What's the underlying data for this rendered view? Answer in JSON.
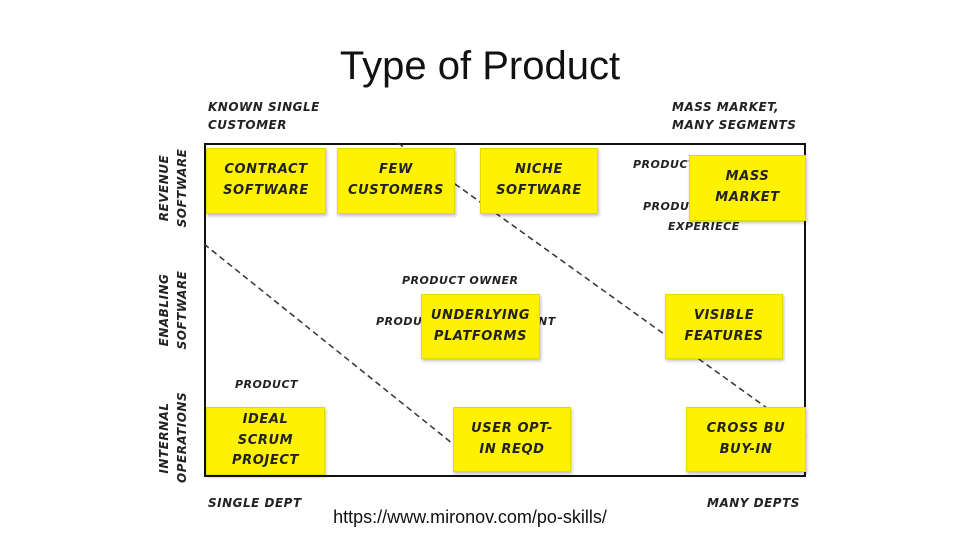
{
  "title": "Type of Product",
  "axes": {
    "top_left": "Known Single\nCustomer",
    "top_right": "Mass Market,\nMany Segments",
    "bottom_left": "Single Dept",
    "bottom_right": "Many Depts"
  },
  "rows": {
    "revenue": "Revenue\nSoftware",
    "enabling": "Enabling\nSoftware",
    "internal": "Internal\nOperations"
  },
  "background_text": {
    "po_top_right_1": "Product",
    "po_top_right_2": "Produ",
    "po_top_right_3": "Experiece",
    "po_mid_1": "Product Owner",
    "po_mid_2": "Produ",
    "po_mid_3": "nt",
    "po_bottom": "Product"
  },
  "notes": {
    "contract": "Contract\nSoftware",
    "few": "Few\nCustomers",
    "niche": "Niche\nSoftware",
    "mass": "Mass\nMarket",
    "underlying": "Underlying\nPlatforms",
    "visible": "Visible\nFeatures",
    "ideal": "Ideal\nScrum\nProject",
    "user": "User Opt-\nIn Reqd",
    "cross": "Cross Bu\nBuy-In"
  },
  "url": "https://www.mironov.com/po-skills/",
  "colors": {
    "note": "#fff200",
    "line": "#111111"
  }
}
